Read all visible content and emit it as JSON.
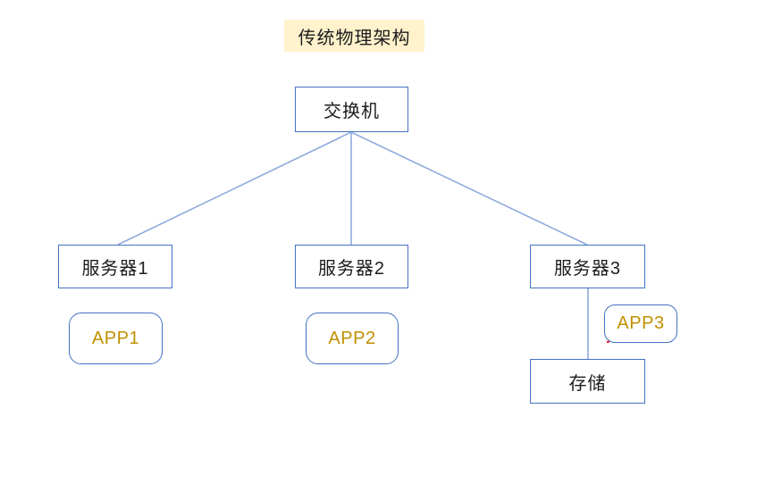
{
  "diagram": {
    "title": "传统物理架构",
    "nodes": {
      "switch": {
        "label": "交换机"
      },
      "server1": {
        "label": "服务器1"
      },
      "server2": {
        "label": "服务器2"
      },
      "server3": {
        "label": "服务器3"
      },
      "app1": {
        "label": "APP1"
      },
      "app2": {
        "label": "APP2"
      },
      "app3": {
        "label": "APP3"
      },
      "storage": {
        "label": "存储"
      }
    },
    "connections": [
      {
        "from": "switch",
        "to": "server1"
      },
      {
        "from": "switch",
        "to": "server2"
      },
      {
        "from": "switch",
        "to": "server3"
      },
      {
        "from": "server3",
        "to": "storage"
      }
    ],
    "annotations": [
      {
        "type": "crossed-out-ellipse",
        "target": "server3"
      },
      {
        "type": "crossed-out-ellipse",
        "target": "app3"
      }
    ],
    "colors": {
      "box_border": "#4472c4",
      "connector": "#8faadc",
      "app_text": "#bf9000",
      "annotation_red": "#ed2d32",
      "title_bg": "#fff2cc",
      "text": "#1c1c1c"
    }
  }
}
